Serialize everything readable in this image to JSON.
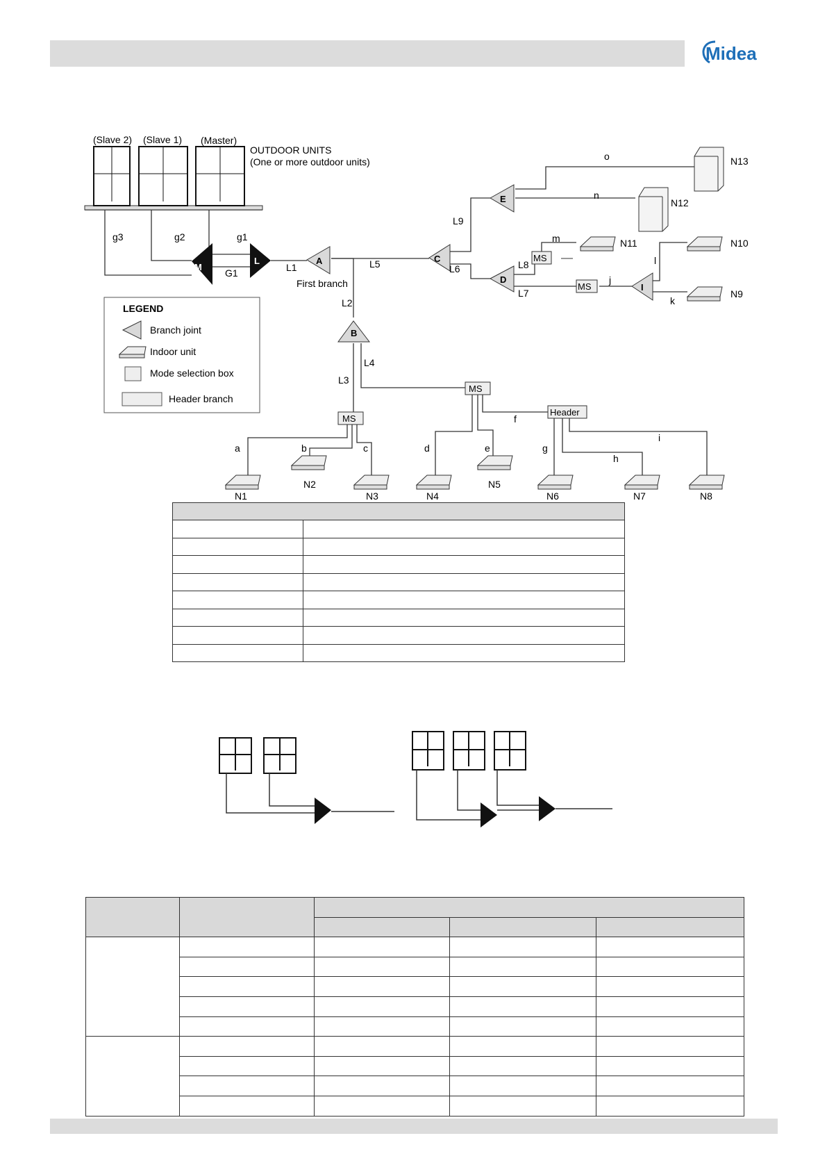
{
  "brand": {
    "name": "Midea",
    "color": "#1e6fb8"
  },
  "diagram": {
    "outdoor_units": [
      "(Slave 2)",
      "(Slave 1)",
      "(Master)"
    ],
    "outdoor_caption": [
      "OUTDOOR UNITS",
      "(One or more outdoor units)"
    ],
    "joints": [
      "M",
      "L",
      "A",
      "B",
      "C",
      "D",
      "E",
      "I"
    ],
    "first_branch": "First branch",
    "pipe_labels": [
      "g3",
      "g2",
      "g1",
      "G1",
      "L1",
      "L2",
      "L3",
      "L4",
      "L5",
      "L6",
      "L7",
      "L8",
      "L9"
    ],
    "branch_labels": [
      "a",
      "b",
      "c",
      "d",
      "e",
      "f",
      "g",
      "h",
      "i",
      "j",
      "k",
      "l",
      "m",
      "n",
      "o"
    ],
    "ms": "MS",
    "header": "Header",
    "indoor_units": [
      "N1",
      "N2",
      "N3",
      "N4",
      "N5",
      "N6",
      "N7",
      "N8",
      "N9",
      "N10",
      "N11",
      "N12",
      "N13"
    ],
    "legend": {
      "title": "LEGEND",
      "items": [
        "Branch joint",
        "Indoor unit",
        "Mode selection box",
        "Header branch"
      ]
    }
  },
  "colors": {
    "joint_fill": "#d9d9d9",
    "outdoor_joint": "#111111",
    "table_header": "#d9d9d9",
    "bar": "#dcdcdc"
  }
}
